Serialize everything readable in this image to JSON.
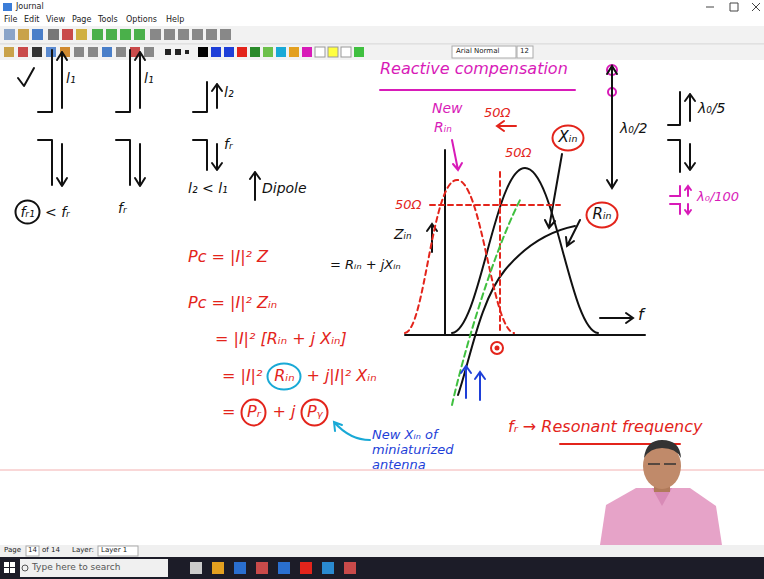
{
  "diagram": {
    "title": "Reactive compensation",
    "nodes": [
      {
        "text": [
          "fᵣ₁"
        ]
      },
      {
        "text": [
          "Xᵢₙ"
        ]
      },
      {
        "text": [
          "Rᵢₙ"
        ]
      },
      {
        "text": [
          "Rᵢₙ"
        ]
      },
      {
        "text": [
          "Pᵣ"
        ]
      },
      {
        "text": [
          "Pᵧ"
        ]
      }
    ],
    "labels": [
      "Journal",
      "File",
      "Edit",
      "View",
      "Page",
      "Tools",
      "Options",
      "Help",
      "Arial Normal",
      "12",
      "Page",
      "14",
      "of 14",
      "Layer:",
      "Layer 1",
      "Type here to search",
      "Reactive compensation",
      "l₁",
      "l₁",
      "l₂",
      "fᵣ",
      "l₂ < l₁",
      "Dipole",
      "< fᵣ",
      "fᵣ",
      "Pc = |I|² Z",
      "Pc = |I|² Zᵢₙ",
      "= |I|² [Rᵢₙ + j Xᵢₙ]",
      "= |I|²",
      "+ j|I|² Xᵢₙ",
      "=",
      "+ j",
      "New",
      "Rᵢₙ",
      "50Ω",
      "50Ω",
      "50Ω",
      "Zᵢₙ",
      "= Rᵢₙ + jXᵢₙ",
      "λ₀/2",
      "λ₀/5",
      "λ₀/100",
      "f",
      "New Xᵢₙ of miniaturized antenna",
      "fᵣ → Resonant frequency"
    ]
  }
}
